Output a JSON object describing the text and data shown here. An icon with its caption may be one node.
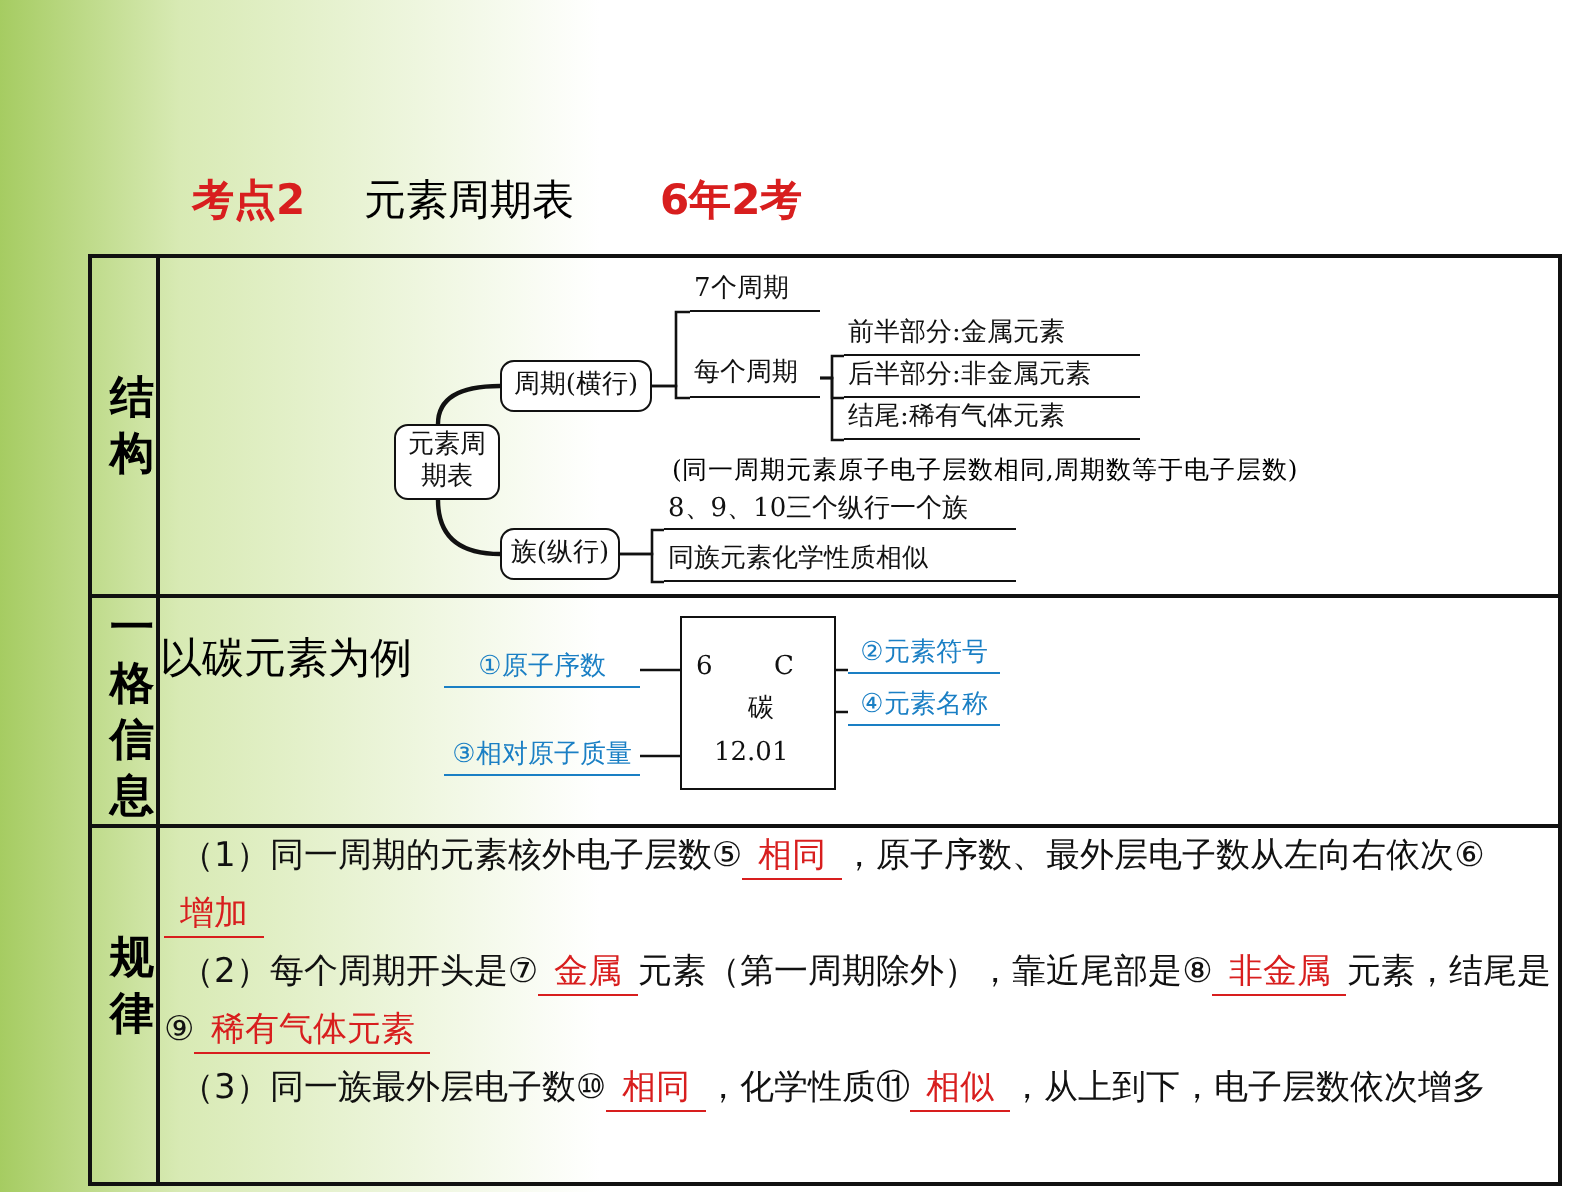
{
  "diagram": {
    "title": "元素周期表",
    "nodes": [
      {
        "text": [
          "元素周期表"
        ]
      },
      {
        "text": [
          "周期(横行)"
        ]
      },
      {
        "text": [
          "族(纵行)"
        ]
      },
      {
        "text": [
          "7个周期"
        ]
      },
      {
        "text": [
          "每个周期"
        ]
      },
      {
        "text": [
          "前半部分:金属元素"
        ]
      },
      {
        "text": [
          "后半部分:非金属元素"
        ]
      },
      {
        "text": [
          "结尾:稀有气体元素"
        ]
      },
      {
        "text": [
          "8、9、10三个纵行一个族"
        ]
      },
      {
        "text": [
          "同族元素化学性质相似"
        ]
      },
      {
        "text": [],
        "shape": "box"
      },
      {
        "text": [
          "6"
        ],
        "in": 10
      },
      {
        "text": [
          "C"
        ],
        "in": 10
      },
      {
        "text": [
          "碳"
        ],
        "in": 10
      },
      {
        "text": [
          "12.01"
        ],
        "in": 10
      },
      {
        "text": [
          "①原子序数"
        ]
      },
      {
        "text": [
          "②元素符号"
        ]
      },
      {
        "text": [
          "④元素名称"
        ]
      },
      {
        "text": [
          "③相对原子质量"
        ]
      }
    ],
    "edges": [
      {
        "from": 0,
        "to": 1,
        "arrow": "none"
      },
      {
        "from": 0,
        "to": 2,
        "arrow": "none"
      },
      {
        "from": 1,
        "to": 3,
        "arrow": "none"
      },
      {
        "from": 1,
        "to": 4,
        "arrow": "none"
      },
      {
        "from": 4,
        "to": 5,
        "arrow": "none"
      },
      {
        "from": 4,
        "to": 6,
        "arrow": "none"
      },
      {
        "from": 4,
        "to": 7,
        "arrow": "none"
      },
      {
        "from": 2,
        "to": 8,
        "arrow": "none"
      },
      {
        "from": 2,
        "to": 9,
        "arrow": "none"
      },
      {
        "from": 15,
        "to": 11,
        "arrow": "none"
      },
      {
        "from": 16,
        "to": 12,
        "arrow": "none"
      },
      {
        "from": 17,
        "to": 13,
        "arrow": "none"
      },
      {
        "from": 18,
        "to": 14,
        "arrow": "none"
      }
    ],
    "labels": [
      "考点2",
      "6年2考",
      "结构",
      "(同一周期元素原子电子层数相同,周期数等于电子层数)",
      "一格信息",
      "以碳元素为例",
      "规律",
      "（1）同一周期的元素核外电子层数⑤",
      "相同",
      "，原子序数、最外层电子数从左向右依次⑥",
      "增加",
      "（2）每个周期开头是⑦",
      "金属",
      "元素（第一周期除外），靠近尾部是⑧",
      "非金属",
      "元素，结尾是⑨",
      "稀有气体元素",
      "（3）同一族最外层电子数⑩",
      "相同",
      "，化学性质⑪",
      "相似",
      "，从上到下，电子层数依次增多"
    ]
  }
}
